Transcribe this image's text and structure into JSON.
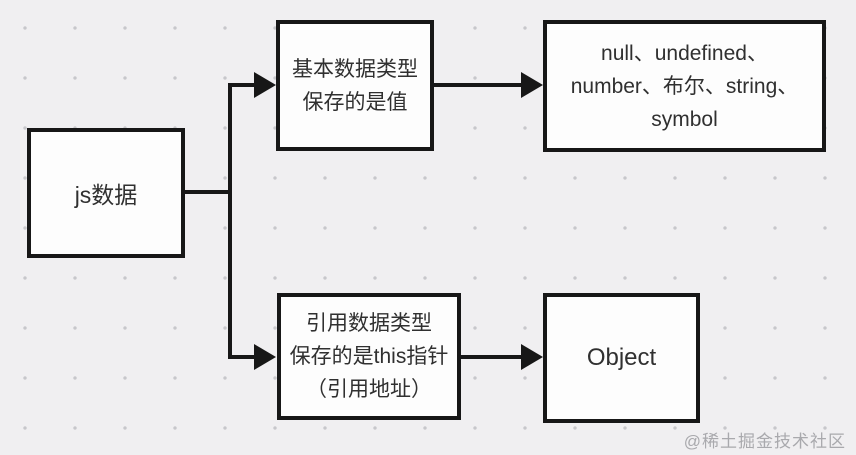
{
  "diagram": {
    "nodes": {
      "js_data": {
        "label": "js数据"
      },
      "primitive": {
        "lines": [
          "基本数据类型",
          "保存的是值"
        ]
      },
      "primitive_values": {
        "lines": [
          "null、undefined、",
          "number、布尔、string、",
          "symbol"
        ]
      },
      "reference": {
        "lines": [
          "引用数据类型",
          "保存的是this指针",
          "（引用地址）"
        ]
      },
      "object": {
        "label": "Object"
      }
    },
    "watermark": "@稀土掘金技术社区",
    "colors": {
      "background": "#f0eff1",
      "box_fill": "#fdfdfd",
      "box_border": "#171717",
      "text": "#303030",
      "watermark": "#a9a9ad",
      "grid_dot": "#c7c7cb"
    }
  }
}
